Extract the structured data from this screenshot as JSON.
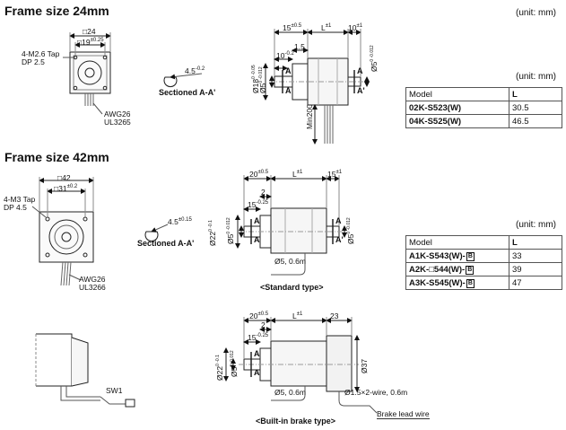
{
  "frame24": {
    "title": "Frame size 24mm",
    "unit": "(unit: mm)",
    "front": {
      "size": "□24",
      "pitch": "□19",
      "pitch_tol": "±0.25",
      "tap1": "4-M2.6 Tap",
      "tap2": "DP 2.5",
      "wire1": "AWG26",
      "wire2": "UL3265"
    },
    "section": {
      "dim": "4.5",
      "dim_tol": "-0.2",
      "label": "Sectioned A-A'"
    },
    "side": {
      "d15": "15",
      "d15_tol": "±0.5",
      "dL": "L",
      "dL_tol": "±1",
      "d10a": "10",
      "d10a_tol": "±1",
      "d15b": "1.5",
      "d10b": "10",
      "d10b_tol": "-0.2",
      "d18": "Ø18",
      "d18_tol": "0 -0.05",
      "d5": "Ø5",
      "d5_tol": "0 -0.012",
      "d5r": "Ø5",
      "d5r_tol": "0 -0.012",
      "min200": "Min200",
      "A": "A",
      "Ap": "A'"
    },
    "table_unit": "(unit: mm)",
    "table": {
      "head": [
        "Model",
        "L"
      ],
      "rows": [
        [
          "02K-S523(W)",
          "30.5"
        ],
        [
          "04K-S525(W)",
          "46.5"
        ]
      ]
    }
  },
  "frame42": {
    "title": "Frame size 42mm",
    "front": {
      "size": "□42",
      "pitch": "□31",
      "pitch_tol": "±0.2",
      "tap1": "4-M3 Tap",
      "tap2": "DP 4.5",
      "wire1": "AWG26",
      "wire2": "UL3266"
    },
    "section": {
      "dim": "4.5",
      "dim_tol": "±0.15",
      "label": "Sectioned A-A'"
    },
    "standard": {
      "d20": "20",
      "d20_tol": "±0.5",
      "dL": "L",
      "dL_tol": "±1",
      "d15r": "15",
      "d15r_tol": "±1",
      "d2": "2",
      "d15": "15",
      "d15_tol": "-0.25",
      "d22": "Ø22",
      "d22_tol": "0 -0.1",
      "d5": "Ø5",
      "d5_tol": "0 -0.012",
      "d5r": "Ø5",
      "d5r_tol": "0 -0.012",
      "cable": "Ø5, 0.6m",
      "caption": "<Standard type>",
      "A": "A",
      "Ap": "A'"
    },
    "table_unit": "(unit: mm)",
    "table": {
      "head": [
        "Model",
        "L"
      ],
      "rows": [
        {
          "pre": "A1K-S543(W)-",
          "box": "B",
          "val": "33"
        },
        {
          "pre": "A2K-",
          "mid": "□544(W)-",
          "box": "B",
          "val": "39"
        },
        {
          "pre": "A3K-S545(W)-",
          "box": "B",
          "val": "47"
        }
      ]
    },
    "brake": {
      "d20": "20",
      "d20_tol": "±0.5",
      "dL": "L",
      "dL_tol": "±1",
      "d23": "23",
      "d2": "2",
      "d15": "15",
      "d15_tol": "-0.25",
      "d22": "Ø22",
      "d22_tol": "0 -0.1",
      "d5": "Ø5",
      "d5_tol": "0 -0.012",
      "d37": "Ø37",
      "cable": "Ø5, 0.6m",
      "brake_wire": "Ø1.5×2-wire, 0.6m",
      "lead": "Brake lead wire",
      "caption": "<Built-in brake type>",
      "A": "A",
      "sw": "SW1"
    }
  }
}
